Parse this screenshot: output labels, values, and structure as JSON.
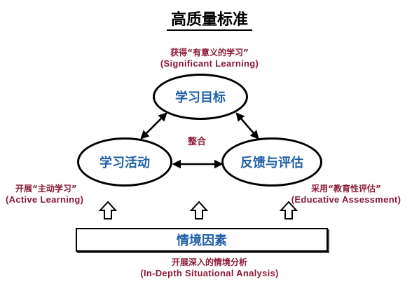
{
  "title": "高质量标准",
  "significant": {
    "zh": "获得“有意义的学习”",
    "en": "(Significant  Learning)"
  },
  "nodes": {
    "goals": "学习目标",
    "activities": "学习活动",
    "feedback": "反馈与评估"
  },
  "center": "整合",
  "active": {
    "zh": "开展“主动学习”",
    "en": "(Active Learning)"
  },
  "educative": {
    "zh": "采用“教育性评估”",
    "en": "(Educative Assessment)"
  },
  "situational": {
    "label": "情境因素",
    "zh": "开展深入的情境分析",
    "en": "(In-Depth Situational Analysis)"
  },
  "colors": {
    "accent_blue": "#1f5fa8",
    "note_red": "#8b1a3a"
  }
}
